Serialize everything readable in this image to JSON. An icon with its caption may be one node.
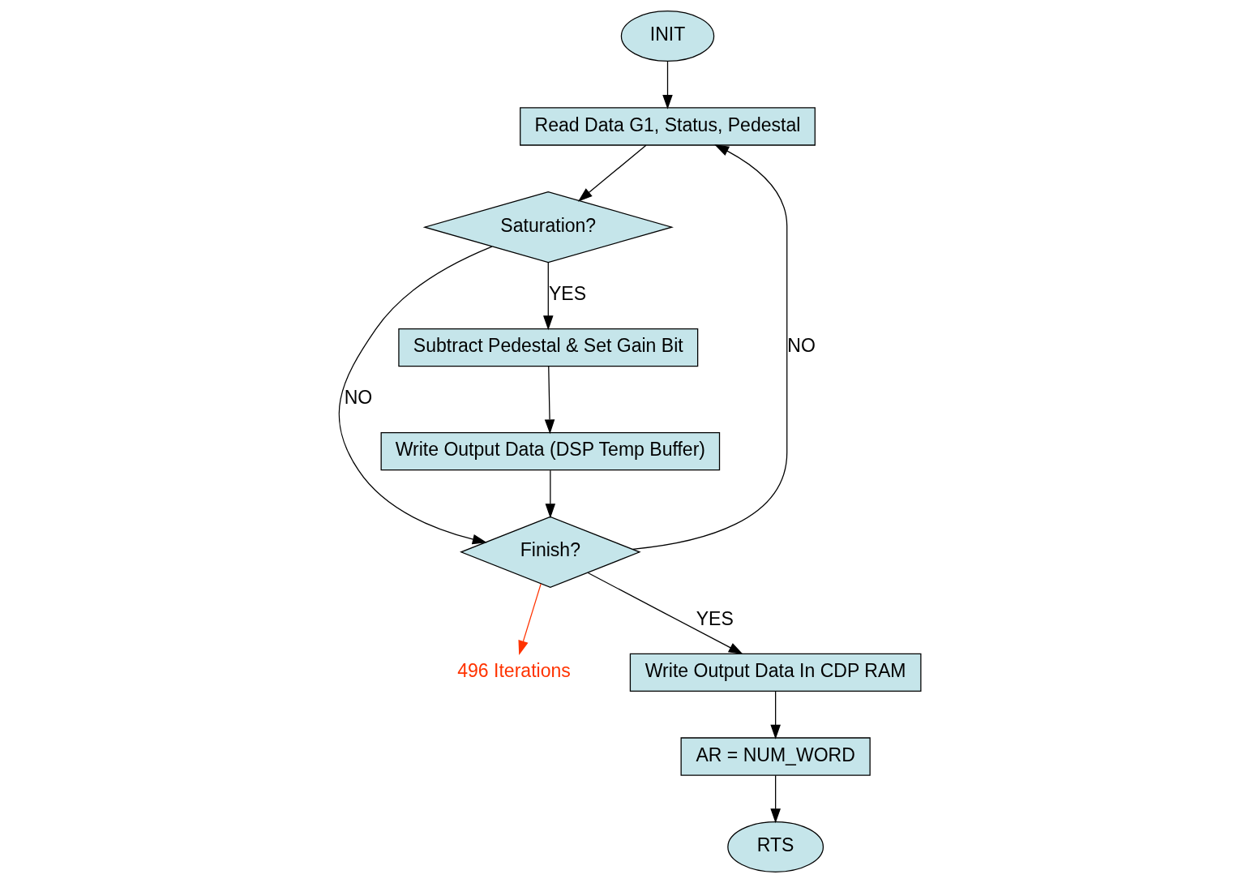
{
  "diagram": {
    "nodes": [
      {
        "text": [
          "INIT"
        ]
      },
      {
        "text": [
          "Read Data G1, Status, Pedestal"
        ]
      },
      {
        "text": [
          "Saturation?"
        ]
      },
      {
        "text": [
          "Finish?"
        ]
      },
      {
        "text": [
          "496 Iterations"
        ]
      },
      {
        "text": [
          "Write Output Data In CDP RAM"
        ]
      },
      {
        "text": [
          "AR = NUM_WORD"
        ]
      },
      {
        "text": [
          "RTS"
        ]
      },
      {
        "text": [
          "Subtract Pedestal & Set Gain Bit"
        ]
      },
      {
        "text": [
          "Write Output Data (DSP Temp Buffer)"
        ]
      }
    ],
    "edges": [
      {
        "from": 0,
        "to": 1,
        "arrow": "to"
      },
      {
        "from": 1,
        "to": 2,
        "arrow": "to"
      },
      {
        "from": 2,
        "to": 3,
        "arrow": "to",
        "label": "NO"
      },
      {
        "from": 2,
        "to": 8,
        "arrow": "to",
        "label": "YES"
      },
      {
        "from": 8,
        "to": 9,
        "arrow": "to"
      },
      {
        "from": 9,
        "to": 3,
        "arrow": "to"
      },
      {
        "from": 3,
        "to": 1,
        "arrow": "to",
        "label": "NO"
      },
      {
        "from": 3,
        "to": 4,
        "arrow": "to",
        "color": "#ff3300"
      },
      {
        "from": 3,
        "to": 5,
        "arrow": "to",
        "label": "YES"
      },
      {
        "from": 5,
        "to": 6,
        "arrow": "to"
      },
      {
        "from": 6,
        "to": 7,
        "arrow": "to"
      }
    ]
  }
}
